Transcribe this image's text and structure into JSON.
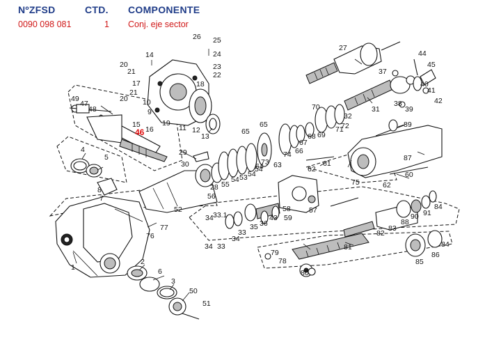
{
  "header": {
    "col_part": "NºZFSD",
    "col_qty": "CTD.",
    "col_component": "COMPONENTE"
  },
  "row": {
    "part_number": "0090 098 081",
    "qty": "1",
    "component": "Conj. eje sector"
  },
  "diagram": {
    "highlight_callout": "46",
    "callouts": [
      "1",
      "2",
      "3",
      "4",
      "5",
      "6",
      "7",
      "8",
      "9",
      "10",
      "11",
      "12",
      "13",
      "14",
      "15",
      "16",
      "17",
      "18",
      "19",
      "20",
      "21",
      "22",
      "23",
      "24",
      "25",
      "26",
      "27",
      "28",
      "29",
      "30",
      "31",
      "32",
      "33",
      "34",
      "35",
      "36",
      "37",
      "38",
      "39",
      "40",
      "41",
      "42",
      "43",
      "44",
      "45",
      "47",
      "48",
      "49",
      "50",
      "51",
      "52",
      "53",
      "54",
      "55",
      "56",
      "57",
      "58",
      "59",
      "60",
      "61",
      "62",
      "63",
      "64",
      "65",
      "66",
      "67",
      "68",
      "69",
      "70",
      "71",
      "72",
      "73",
      "74",
      "75",
      "76",
      "77",
      "78",
      "79",
      "80",
      "81",
      "82",
      "83",
      "84",
      "85",
      "86",
      "87",
      "88",
      "89",
      "90",
      "91",
      "33.1"
    ]
  },
  "colors": {
    "header": "#1f3c88",
    "row": "#d01818",
    "highlight": "#e01010"
  }
}
